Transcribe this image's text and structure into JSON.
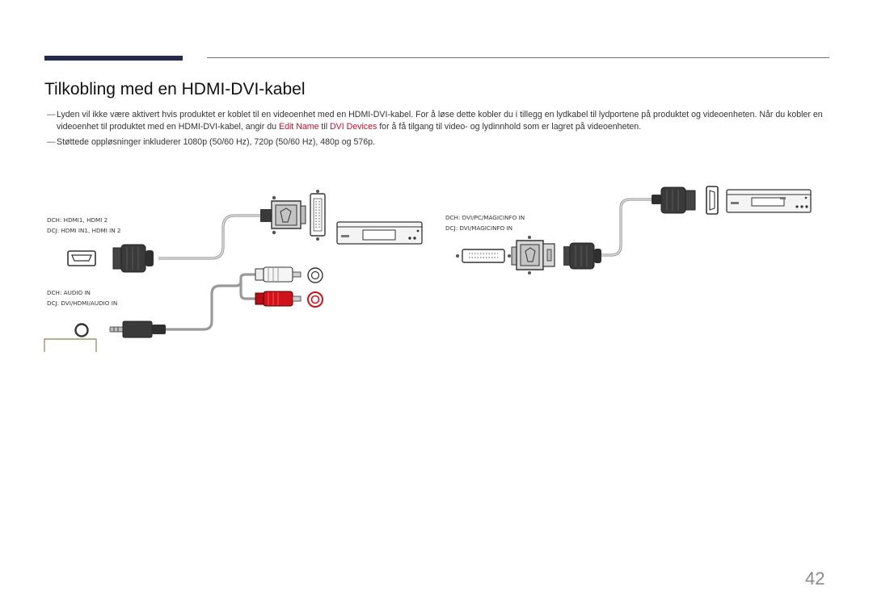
{
  "page": {
    "title": "Tilkobling med en HDMI-DVI-kabel",
    "page_number": "42"
  },
  "notes": [
    {
      "dash": "―",
      "part1": "Lyden vil ikke være aktivert hvis produktet er koblet til en videoenhet med en HDMI-DVI-kabel. For å løse dette kobler du i tillegg en lydkabel til lydportene på produktet og videoenheten. Når du kobler en videoenhet til produktet med en HDMI-DVI-kabel, angir du ",
      "highlight1": "Edit Name",
      "part2": " til ",
      "highlight2": "DVI Devices",
      "part3": " for å få tilgang til video- og lydinnhold som er lagret på videoenheten."
    },
    {
      "dash": "―",
      "text": "Støttede oppløsninger inkluderer 1080p (50/60 Hz), 720p (50/60 Hz), 480p og 576p."
    }
  ],
  "diagram": {
    "left": {
      "hdmi_label_dch": "DCH: HDMI1, HDMI 2",
      "hdmi_label_dcj": "DCJ: HDMI IN1, HDMI IN 2",
      "audio_label_dch": "DCH: AUDIO IN",
      "audio_label_dcj": "DCJ: DVI/HDMI/AUDIO IN"
    },
    "right": {
      "dvi_label_dch": "DCH: DVI/PC/MAGICINFO IN",
      "dvi_label_dcj": "DCJ: DVI/MAGICINFO IN"
    },
    "colors": {
      "accent_bar": "#262a4f",
      "highlight": "#c8102e",
      "audio_red": "#d0121a"
    }
  }
}
